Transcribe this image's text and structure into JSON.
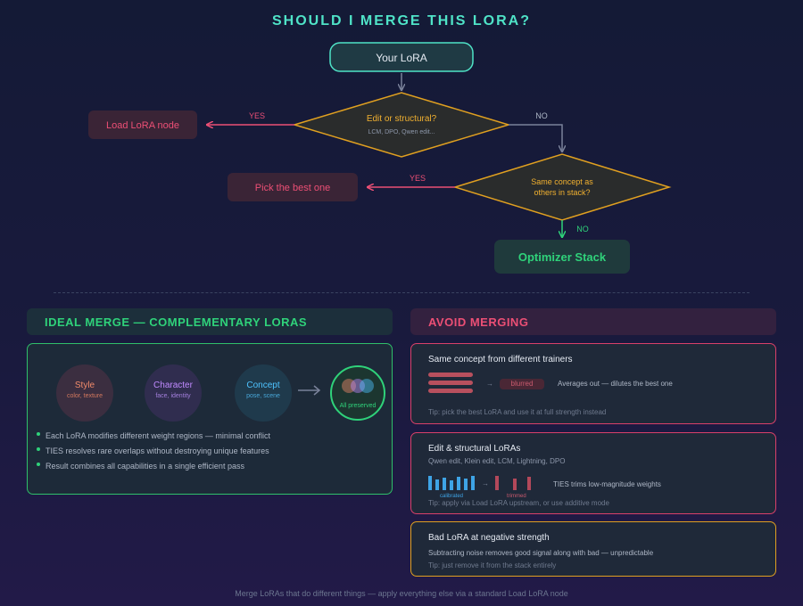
{
  "title": "SHOULD I MERGE THIS LORA?",
  "flowchart": {
    "start_label": "Your LoRA",
    "decision1": {
      "label": "Edit or structural?",
      "sub": "LCM, DPO, Qwen edit..."
    },
    "yes1_label": "YES",
    "no1_label": "NO",
    "load_node_label": "Load LoRA node",
    "decision2": {
      "line1": "Same concept as",
      "line2": "others in stack?"
    },
    "yes2_label": "YES",
    "no2_label": "NO",
    "pick_best_label": "Pick the best one",
    "optimizer_label": "Optimizer Stack"
  },
  "ideal": {
    "header": "IDEAL MERGE — COMPLEMENTARY LORAS",
    "circles": [
      {
        "name": "Style",
        "sub": "color, texture"
      },
      {
        "name": "Character",
        "sub": "face, identity"
      },
      {
        "name": "Concept",
        "sub": "pose, scene"
      }
    ],
    "preserved_label": "All preserved",
    "bullets": [
      "Each LoRA modifies different weight regions — minimal conflict",
      "TIES resolves rare overlaps without destroying unique features",
      "Result combines all capabilities in a single efficient pass"
    ]
  },
  "avoid": {
    "header": "AVOID MERGING",
    "card1": {
      "title": "Same concept from different trainers",
      "pill": "blurred",
      "note": "Averages out — dilutes the best one",
      "tip": "Tip: pick the best LoRA and use it at full strength instead"
    },
    "card2": {
      "title": "Edit & structural LoRAs",
      "sub": "Qwen edit, Klein edit, LCM, Lightning, DPO",
      "calibrated_label": "calibrated",
      "trimmed_label": "trimmed",
      "note": "TIES trims low-magnitude weights",
      "tip": "Tip: apply via Load LoRA upstream, or use additive mode"
    },
    "card3": {
      "title": "Bad LoRA at negative strength",
      "sub": "Subtracting noise removes good signal along with bad — unpredictable",
      "tip": "Tip: just remove it from the stack entirely"
    }
  },
  "footer": "Merge LoRAs that do different things — apply everything else via a standard Load LoRA node",
  "colors": {
    "teal": "#4fe3c7",
    "amber": "#e0a020",
    "pink": "#ec4f75",
    "green": "#2fd27a",
    "purple": "#c08aff",
    "blue": "#4ec3ff",
    "coral": "#f08a6a"
  }
}
